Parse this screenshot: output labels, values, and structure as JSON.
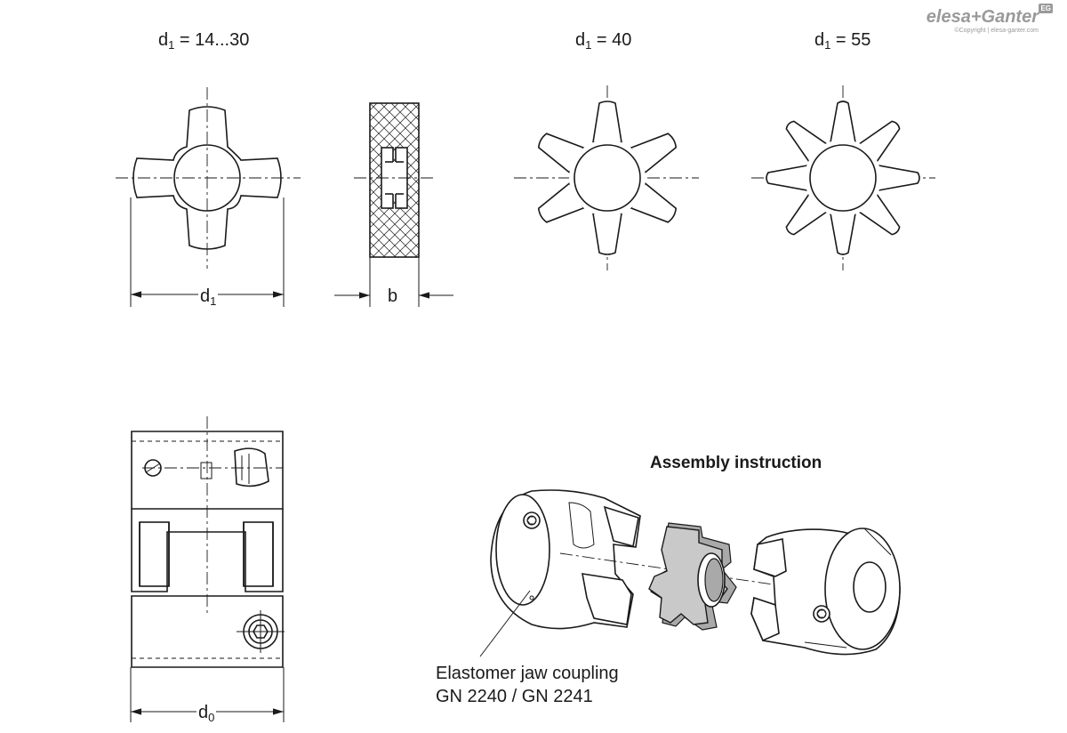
{
  "labels": {
    "variant_small": {
      "base": "d",
      "sub": "1",
      "rest": " = 14...30"
    },
    "variant_40": {
      "base": "d",
      "sub": "1",
      "rest": " = 40"
    },
    "variant_55": {
      "base": "d",
      "sub": "1",
      "rest": " = 55"
    },
    "dim_d1": {
      "base": "d",
      "sub": "1"
    },
    "dim_b": "b",
    "dim_d0": {
      "base": "d",
      "sub": "0"
    },
    "assembly_title": "Assembly instruction",
    "callout_line1": "Elastomer jaw coupling",
    "callout_line2": "GN 2240 / GN 2241"
  },
  "logo": {
    "name": "elesa+Ganter",
    "copyright": "©Copyright | elesa-ganter.com",
    "badge": "EG"
  },
  "colors": {
    "line": "#1a1a1a",
    "spider_fill": "#c9c9c9",
    "spider_shade": "#a9a9a9",
    "logo_gray": "#9a9a9a"
  },
  "icons": [
    "hex-socket-screw-icon",
    "hatched-section-icon"
  ]
}
